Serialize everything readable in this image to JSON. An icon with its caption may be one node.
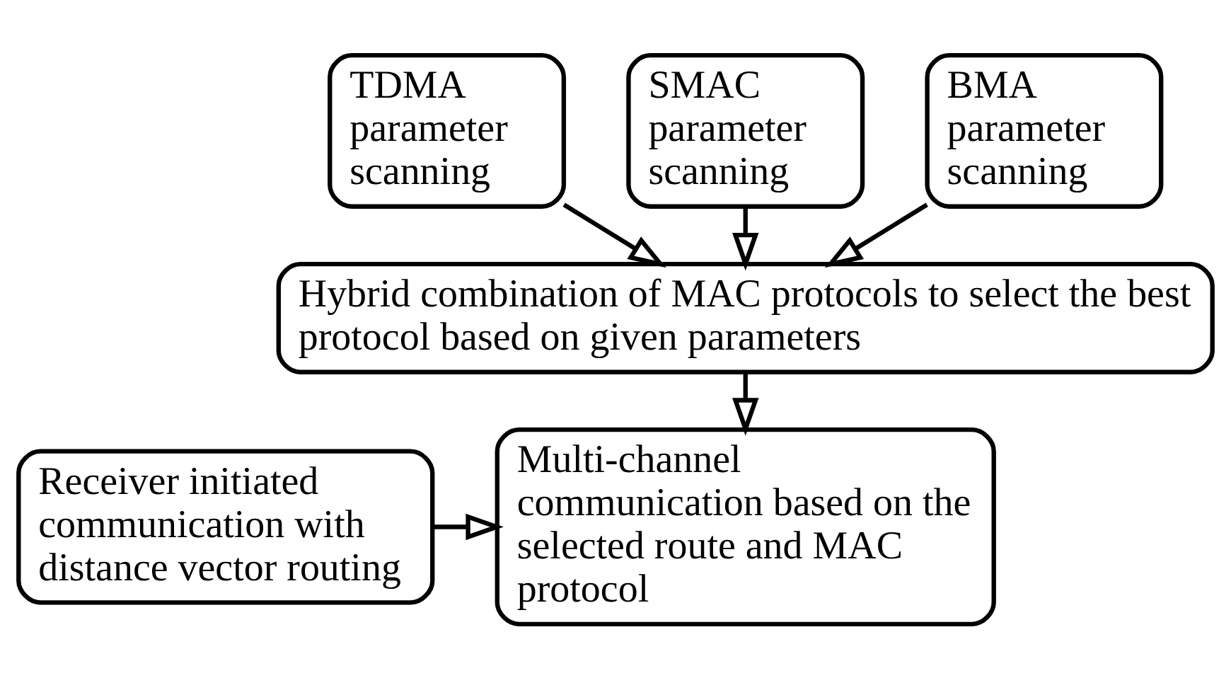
{
  "diagram": {
    "nodes": [
      {
        "text": [
          "TDMA parameter scanning"
        ]
      },
      {
        "text": [
          "SMAC parameter scanning"
        ]
      },
      {
        "text": [
          "BMA parameter scanning"
        ]
      },
      {
        "text": [
          "Hybrid combination of MAC protocols to select the best protocol based on given parameters"
        ]
      },
      {
        "text": [
          "Receiver initiated communication with distance vector routing"
        ]
      },
      {
        "text": [
          "Multi-channel communication based on the selected route and MAC protocol"
        ]
      }
    ],
    "edges": [
      {
        "from": 0,
        "to": 3,
        "arrow": "to"
      },
      {
        "from": 1,
        "to": 3,
        "arrow": "to"
      },
      {
        "from": 2,
        "to": 3,
        "arrow": "to"
      },
      {
        "from": 3,
        "to": 5,
        "arrow": "to"
      },
      {
        "from": 4,
        "to": 5,
        "arrow": "to"
      }
    ]
  }
}
